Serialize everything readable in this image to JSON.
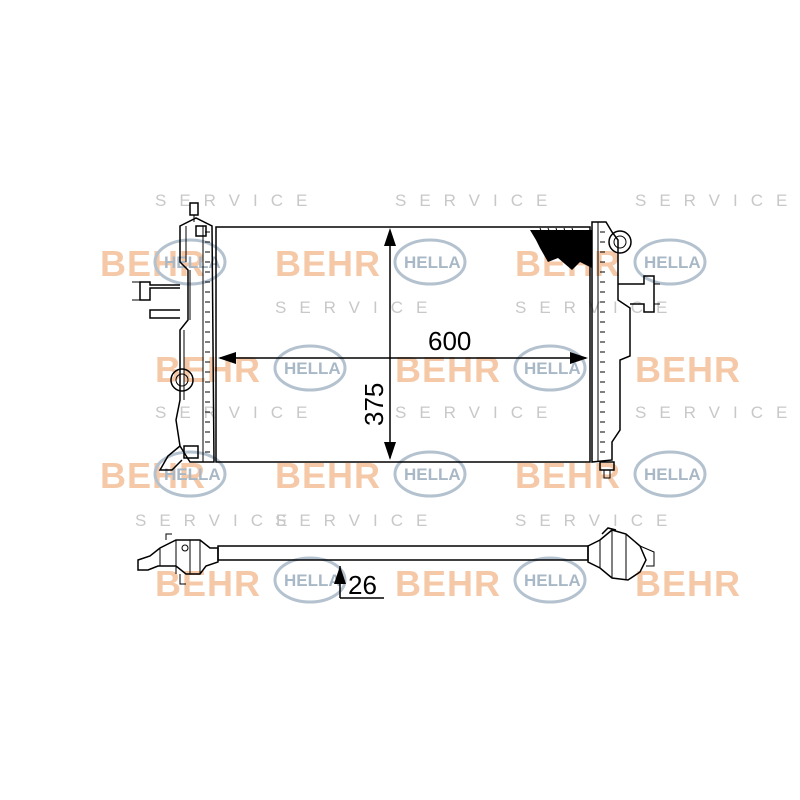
{
  "watermark": {
    "brand_primary": "BEHR",
    "brand_secondary": "HELLA",
    "service": "SERVICE",
    "colors": {
      "behr": "#f5c9a8",
      "hella": "#a9b8c6",
      "service": "#c8c8c8"
    }
  },
  "drawing": {
    "width_label": "600",
    "height_label": "375",
    "depth_label": "26"
  }
}
